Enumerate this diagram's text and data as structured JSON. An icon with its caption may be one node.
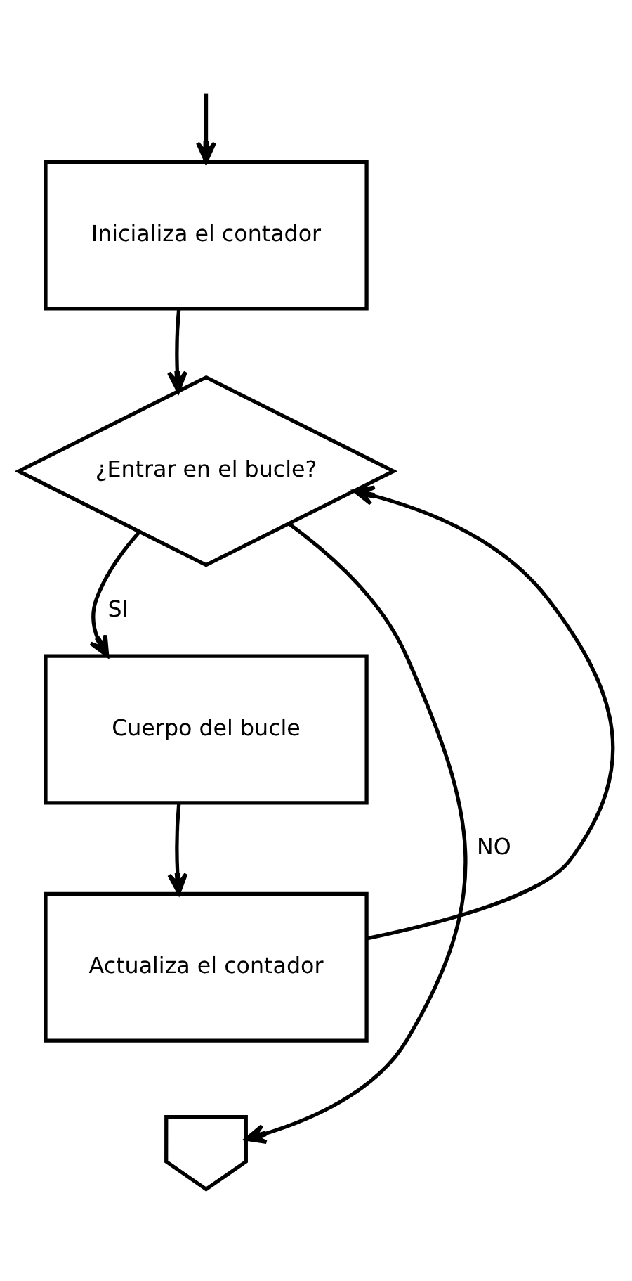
{
  "diagram": {
    "nodes": [
      {
        "text": [
          "Inicializa el contador"
        ]
      },
      {
        "text": [
          "¿Entrar en el bucle?"
        ]
      },
      {
        "text": [
          "Cuerpo del bucle"
        ]
      },
      {
        "text": [
          "Actualiza el contador"
        ]
      },
      {
        "text": [],
        "shape": "pentagon"
      }
    ],
    "edges": [
      {
        "from": null,
        "to": 0,
        "arrow": "to"
      },
      {
        "from": 0,
        "to": 1,
        "arrow": "to"
      },
      {
        "from": 1,
        "to": 2,
        "label": "SI",
        "arrow": "to"
      },
      {
        "from": 2,
        "to": 3,
        "arrow": "to"
      },
      {
        "from": 3,
        "to": 1,
        "arrow": "to"
      },
      {
        "from": 1,
        "to": 4,
        "label": "NO",
        "arrow": "to"
      }
    ]
  }
}
